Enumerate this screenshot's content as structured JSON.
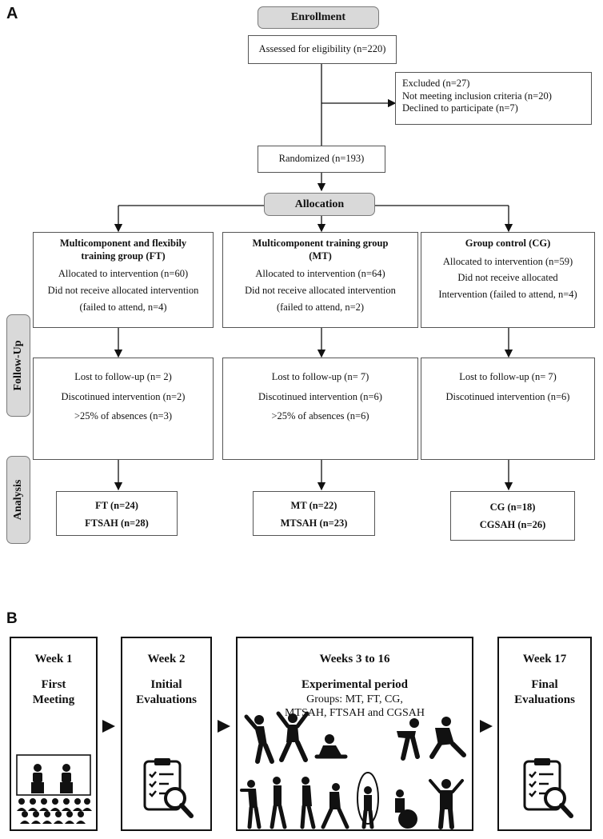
{
  "panel_a": {
    "label": "A",
    "enrollment": "Enrollment",
    "assessed": "Assessed for eligibility (n=220)",
    "excluded": [
      "Excluded (n=27)",
      "Not meeting inclusion criteria (n=20)",
      "Declined to participate (n=7)"
    ],
    "randomized": "Randomized (n=193)",
    "allocation": "Allocation",
    "follow_up": "Follow-Up",
    "analysis": "Analysis",
    "groups": [
      {
        "title": [
          "Multicomponent and flexibily",
          "training group (FT)"
        ],
        "allocated": [
          "Allocated to intervention (n=60)",
          "Did not receive allocated intervention",
          "(failed to attend, n=4)"
        ],
        "follow": [
          "Lost to follow-up (n= 2)",
          "Discotinued intervention (n=2)",
          ">25% of absences (n=3)"
        ],
        "analysis": [
          "FT (n=24)",
          "FTSAH (n=28)"
        ]
      },
      {
        "title": [
          "Multicomponent training group",
          "(MT)"
        ],
        "allocated": [
          "Allocated to intervention (n=64)",
          "Did not receive allocated intervention",
          "(failed to attend, n=2)"
        ],
        "follow": [
          "Lost to follow-up (n= 7)",
          "Discotinued intervention (n=6)",
          ">25% of absences (n=6)"
        ],
        "analysis": [
          "MT (n=22)",
          "MTSAH (n=23)"
        ]
      },
      {
        "title": [
          "Group control (CG)"
        ],
        "allocated": [
          "Allocated to intervention (n=59)",
          "Did not receive allocated",
          "Intervention (failed to attend, n=4)"
        ],
        "follow": [
          "Lost to follow-up (n= 7)",
          "Discotinued intervention (n=6)"
        ],
        "analysis": [
          "CG (n=18)",
          "CGSAH (n=26)"
        ]
      }
    ]
  },
  "panel_b": {
    "label": "B",
    "weeks": [
      {
        "title": "Week 1",
        "subtitle": [
          "First",
          "Meeting"
        ]
      },
      {
        "title": "Week 2",
        "subtitle": [
          "Initial",
          "Evaluations"
        ]
      },
      {
        "title": "Weeks 3 to 16",
        "subtitle": [
          "Experimental period"
        ],
        "groups": [
          "Groups: MT, FT, CG,",
          "MTSAH, FTSAH and CGSAH"
        ]
      },
      {
        "title": "Week 17",
        "subtitle": [
          "Final",
          "Evaluations"
        ]
      }
    ],
    "icons": [
      "conference-icon",
      "clipboard-magnifier-icon",
      "exercise-figures-icon"
    ]
  }
}
